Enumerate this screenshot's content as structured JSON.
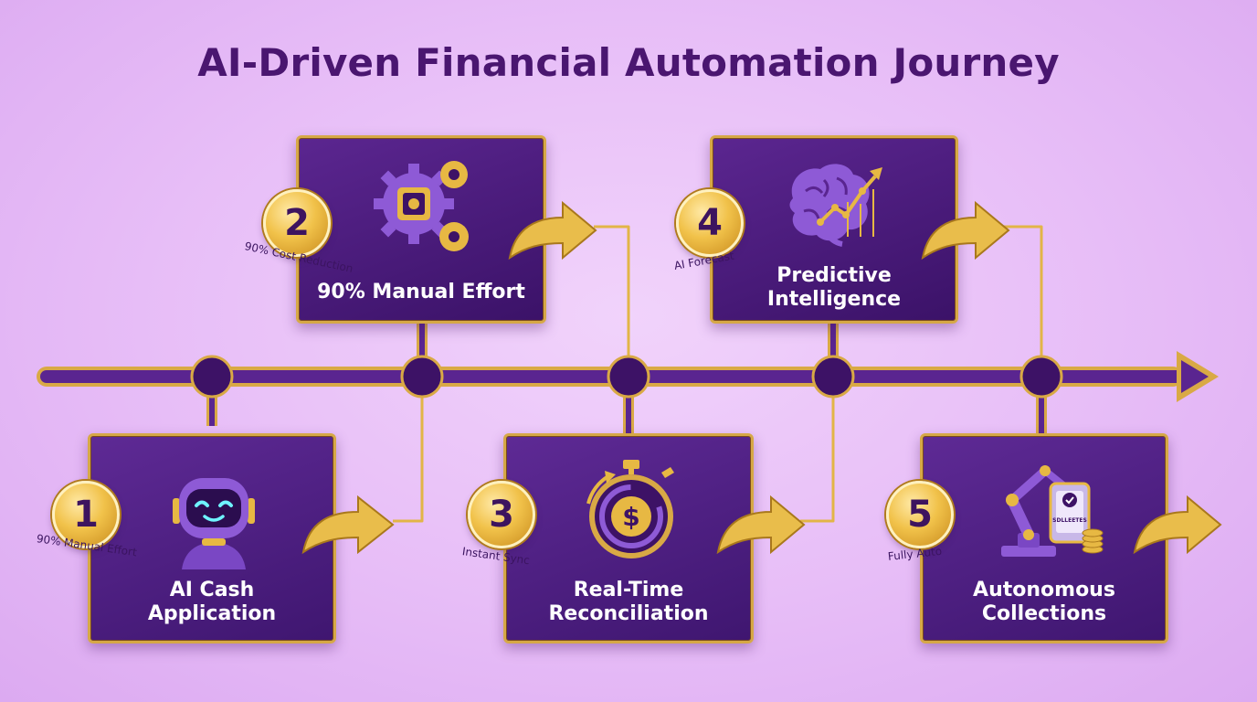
{
  "title": "AI-Driven Financial Automation Journey",
  "colors": {
    "background": "#e7bdf7",
    "card": "#4a1c7c",
    "gold": "#e7b843",
    "title": "#4a1670",
    "timeline": "#5a2590"
  },
  "steps": [
    {
      "number": "1",
      "title": "AI Cash\nApplication",
      "caption": "90% Manual Effort",
      "icon": "robot-icon",
      "position": "below"
    },
    {
      "number": "2",
      "title": "90% Manual Effort",
      "caption": "90% Cost Reduction",
      "icon": "gears-chip-icon",
      "position": "above"
    },
    {
      "number": "3",
      "title": "Real-Time\nReconciliation",
      "caption": "Instant Sync",
      "icon": "dollar-stopwatch-icon",
      "position": "below"
    },
    {
      "number": "4",
      "title": "Predictive\nIntelligence",
      "caption": "AI Forecast",
      "icon": "brain-chart-icon",
      "position": "above"
    },
    {
      "number": "5",
      "title": "Autonomous\nCollections",
      "caption": "Fully Auto",
      "icon": "robotic-arm-icon",
      "position": "below",
      "screen_text": "SDLLEETES"
    }
  ]
}
